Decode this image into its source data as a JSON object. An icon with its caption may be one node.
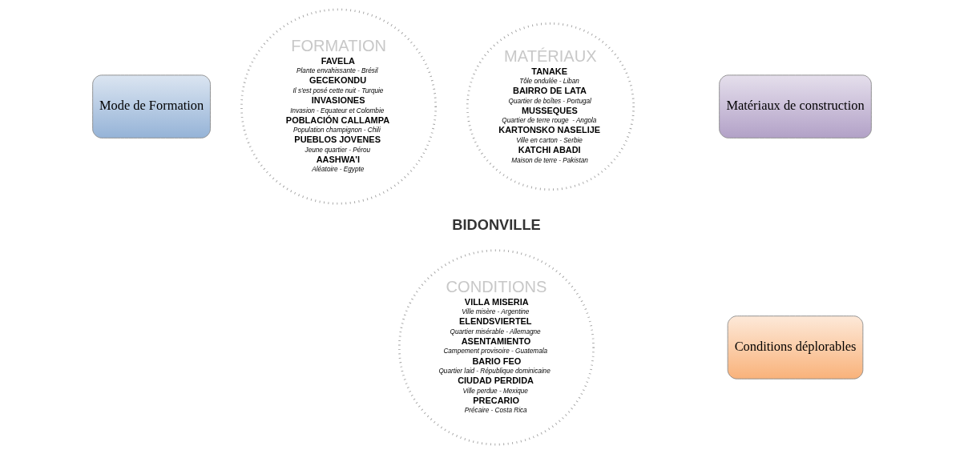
{
  "diagram": {
    "nodes": [
      {
        "text": [
          "Mode de Formation"
        ]
      },
      {
        "text": [
          "FORMATION",
          "FAVELA",
          "Plante envahissante - Brésil",
          "GECEKONDU",
          "Il s'est posé cette nuit - Turquie",
          "INVASIONES",
          "Invasion - Equateur et Colombie",
          "POBLACIÓN CALLAMPA",
          "Population champignon - Chili",
          "PUEBLOS JOVENES",
          "Jeune quartier - Pérou",
          "AASHWA'I",
          "Aléatoire - Egypte"
        ]
      },
      {
        "text": [
          "MATÉRIAUX",
          "TANAKE",
          "Tôle ondulée - Liban",
          "BAIRRO DE LATA",
          "Quartier de boîtes - Portugal",
          "MUSSEQUES",
          "Quartier de terre rouge  - Angola",
          "KARTONSKO NASELIJE",
          "Ville en carton - Serbie",
          "KATCHI ABADI",
          "Maison de terre - Pakistan"
        ]
      },
      {
        "text": [
          "Matériaux de construction"
        ]
      },
      {
        "text": [
          "CONDITIONS",
          "VILLA MISERIA",
          "Ville misère - Argentine",
          "ELENDSVIERTEL",
          "Quartier misérable - Allemagne",
          "ASENTAMIENTO",
          "Campement provisoire - Guatemala",
          "BARIO FEO",
          "Quartier laid - République dominicaine",
          "CIUDAD PERDIDA",
          "Ville perdue - Mexique",
          "PRECARIO",
          "Précaire - Costa Rica"
        ]
      },
      {
        "text": [
          "Conditions déplorables"
        ]
      }
    ],
    "edges": [],
    "labels": [
      "BIDONVILLE"
    ]
  }
}
